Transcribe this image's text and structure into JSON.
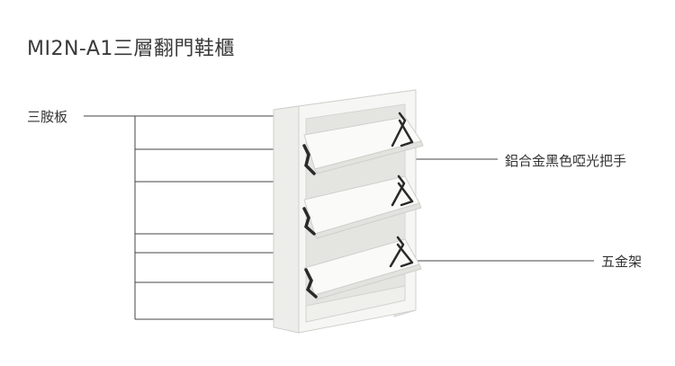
{
  "title": "MI2N-A1三層翻門鞋櫃",
  "callouts": {
    "panel": "三胺板",
    "handle": "鋁合金黑色啞光把手",
    "hinge": "五金架"
  },
  "colors": {
    "cabinet": "#f4f4f2",
    "cabinet_shadow": "#dcdcd8",
    "handle": "#2a2a2a",
    "line": "#444444"
  }
}
